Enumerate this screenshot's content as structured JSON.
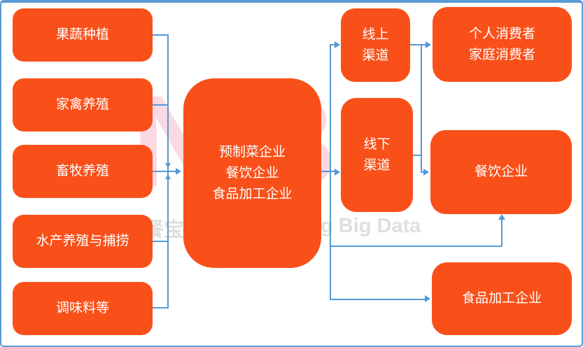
{
  "colors": {
    "box_fill": "#F9501A",
    "box_text": "#FFFFFF",
    "connector_blue": "#5499D7",
    "frame_blue": "#5B9BD5",
    "watermark_pink": "#FBD9E3",
    "watermark_gray": "#DFDFDF"
  },
  "watermark": {
    "letter_left": "N",
    "letter_right": "B",
    "text_left_fragment": "餐宝",
    "text_right_fragment": "g Big Data"
  },
  "sources": [
    {
      "label": "果蔬种植"
    },
    {
      "label": "家禽养殖"
    },
    {
      "label": "畜牧养殖"
    },
    {
      "label": "水产养殖与捕捞"
    },
    {
      "label": "调味料等"
    }
  ],
  "center": {
    "line1": "预制菜企业",
    "line2": "餐饮企业",
    "line3": "食品加工企业"
  },
  "channels": {
    "online": {
      "line1": "线上",
      "line2": "渠道"
    },
    "offline": {
      "line1": "线下",
      "line2": "渠道"
    }
  },
  "destinations": {
    "consumers": {
      "line1": "个人消费者",
      "line2": "家庭消费者"
    },
    "catering": {
      "label": "餐饮企业"
    },
    "food_processing": {
      "label": "食品加工企业"
    }
  }
}
